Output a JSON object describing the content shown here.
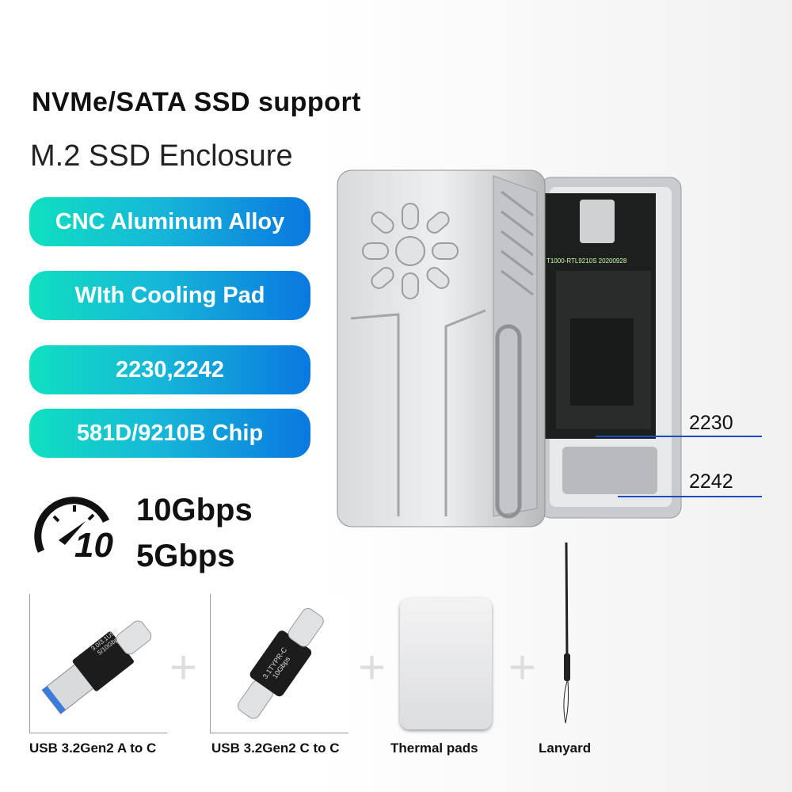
{
  "header": {
    "title": "NVMe/SATA SSD support",
    "subtitle": "M.2 SSD Enclosure"
  },
  "features": [
    "CNC Aluminum Alloy",
    "WIth Cooling Pad",
    "2230,2242",
    "581D/9210B Chip"
  ],
  "speed": {
    "icon_number": "10",
    "primary": "10Gbps",
    "secondary": "5Gbps"
  },
  "callouts": {
    "size_a": "2230",
    "size_b": "2242"
  },
  "product_markings": {
    "pcb": "T1000-RTL9210S 20200928",
    "adapter_a": "3.0/3.1USB 5/10Gbps",
    "adapter_c": "3.1TYPR-C 10Gbps"
  },
  "accessories": [
    {
      "label": "USB 3.2Gen2 A to C"
    },
    {
      "label": "USB 3.2Gen2 C to C"
    },
    {
      "label": "Thermal pads"
    },
    {
      "label": "Lanyard"
    }
  ],
  "colors": {
    "pill_start": "#0fe0c0",
    "pill_end": "#0a78e0",
    "callout": "#1a4ec0"
  }
}
